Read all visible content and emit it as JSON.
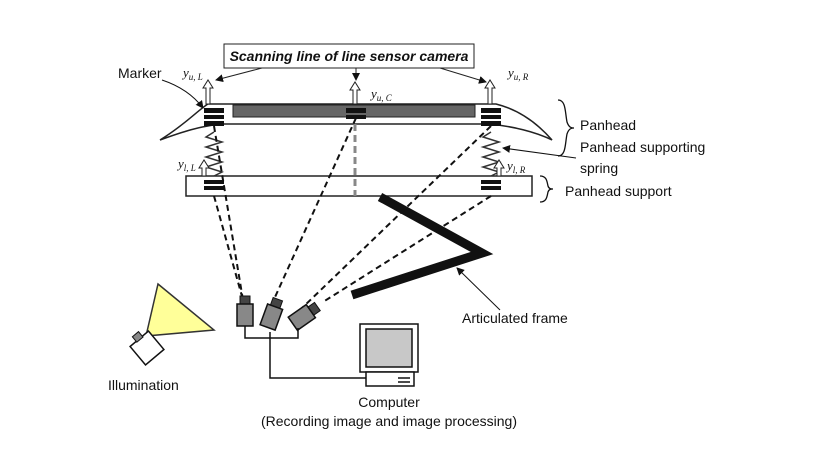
{
  "labels": {
    "title": "Scanning line of line sensor camera",
    "marker": "Marker",
    "panhead": "Panhead",
    "panhead_spring_line1": "Panhead supporting",
    "panhead_spring_line2": "spring",
    "panhead_support": "Panhead support",
    "articulated_frame": "Articulated frame",
    "illumination": "Illumination",
    "computer": "Computer",
    "computer_sub": "(Recording image and image processing)"
  },
  "symbols": {
    "yuL": {
      "base": "y",
      "sub": "u, L"
    },
    "yuC": {
      "base": "y",
      "sub": "u, C"
    },
    "yuR": {
      "base": "y",
      "sub": "u, R"
    },
    "ylL": {
      "base": "y",
      "sub": "l, L"
    },
    "ylR": {
      "base": "y",
      "sub": "l, R"
    }
  }
}
